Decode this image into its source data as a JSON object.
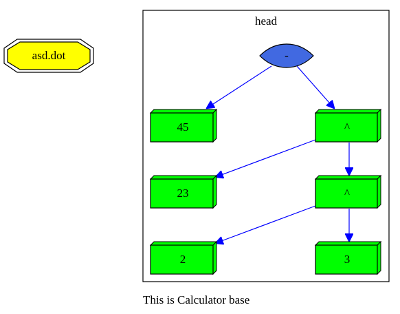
{
  "graph": {
    "file_node_label": "asd.dot",
    "cluster_label": "head",
    "caption": "This is Calculator base"
  },
  "nodes": {
    "root": "-",
    "n45": "45",
    "pow1": "^",
    "n23": "23",
    "pow2": "^",
    "n2": "2",
    "n3": "3"
  },
  "edges": [
    {
      "from": "-",
      "to": "45"
    },
    {
      "from": "-",
      "to": "^"
    },
    {
      "from": "^",
      "to": "23"
    },
    {
      "from": "^",
      "to": "^"
    },
    {
      "from": "^",
      "to": "2"
    },
    {
      "from": "^",
      "to": "3"
    }
  ],
  "colors": {
    "file_node_fill": "#ffff00",
    "root_fill": "#4169e1",
    "box_fill": "#00ff00",
    "edge": "#0000ff",
    "outline": "#000000"
  }
}
